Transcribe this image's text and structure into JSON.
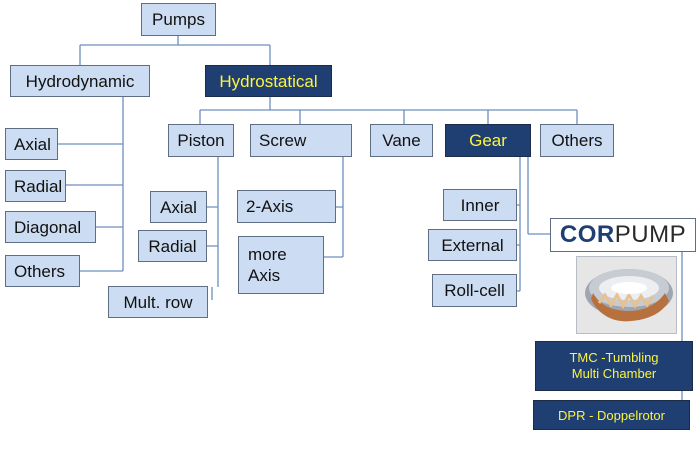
{
  "root": "Pumps",
  "level1": {
    "hydrodynamic": "Hydrodynamic",
    "hydrostatical": "Hydrostatical"
  },
  "hydrodynamic_items": [
    "Axial",
    "Radial",
    "Diagonal",
    "Others"
  ],
  "hydrostatical_items": [
    "Piston",
    "Screw",
    "Vane",
    "Gear",
    "Others"
  ],
  "piston_items": [
    "Axial",
    "Radial",
    "Mult. row"
  ],
  "screw_items": [
    "2-Axis",
    "more Axis"
  ],
  "gear_items": [
    "Inner",
    "External",
    "Roll-cell"
  ],
  "corpump": {
    "logo_bold": "COR",
    "logo_rest": "PUMP",
    "items": [
      "TMC -Tumbling Multi Chamber",
      "DPR - Doppelrotor"
    ]
  },
  "colors": {
    "node_fill": "#ccdcf2",
    "node_border": "#5f6e82",
    "highlight_fill": "#1f3f73",
    "highlight_text": "#fdf43d",
    "connector": "#6d8fbf"
  }
}
